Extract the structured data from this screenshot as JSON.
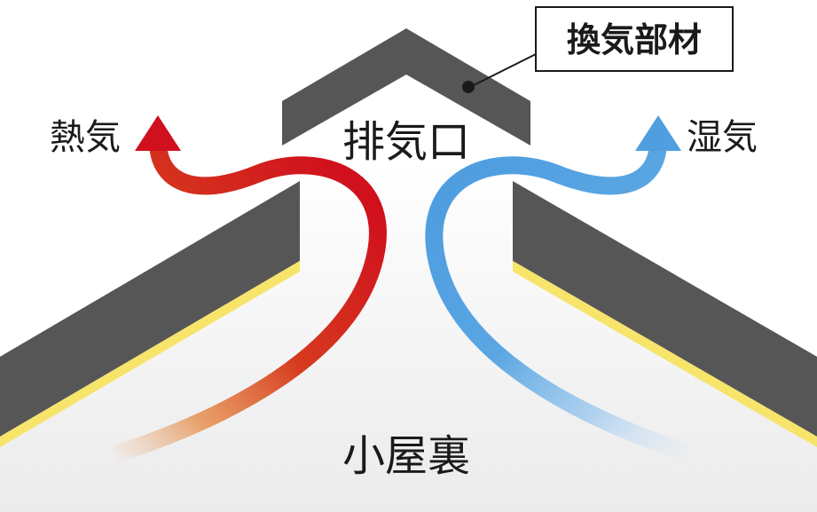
{
  "labels": {
    "ventilation_member": "換気部材",
    "exhaust_port": "排気口",
    "heat": "熱気",
    "humidity": "湿気",
    "attic": "小屋裏"
  },
  "colors": {
    "roof": "#575657",
    "insulation": "#f7e46a",
    "heat_arrow": "#d0101d",
    "heat_arrow_fade": "#e07a2a",
    "humidity_arrow": "#4f9ee0",
    "attic_fill": "#f4f4f5",
    "text": "#1a1a1a"
  }
}
